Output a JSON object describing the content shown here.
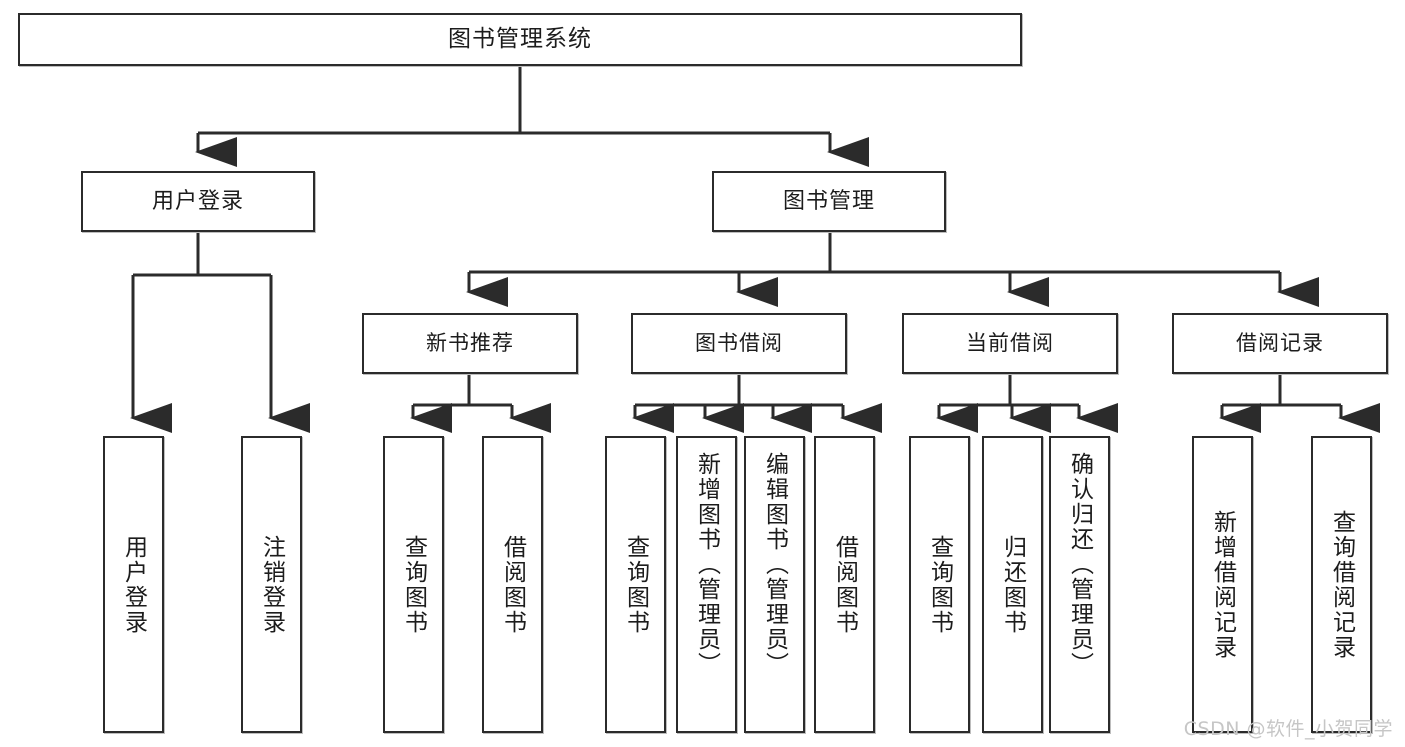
{
  "diagram": {
    "type": "tree",
    "title": "图书管理系统",
    "watermark": "CSDN @软件_小贺同学",
    "colors": {
      "box_border": "#2b2b2b",
      "box_fill": "#ffffff",
      "connector": "#2b2b2b",
      "text": "#1c1c1c",
      "watermark": "#c6c6c6"
    },
    "nodes": {
      "root": {
        "label": "图书管理系统"
      },
      "level2": [
        {
          "label": "用户登录"
        },
        {
          "label": "图书管理"
        }
      ],
      "level3": [
        {
          "label": "新书推荐"
        },
        {
          "label": "图书借阅"
        },
        {
          "label": "当前借阅"
        },
        {
          "label": "借阅记录"
        }
      ],
      "leaves": [
        {
          "label": "用户登录",
          "parent": "用户登录"
        },
        {
          "label": "注销登录",
          "parent": "用户登录"
        },
        {
          "label": "查询图书",
          "parent": "新书推荐"
        },
        {
          "label": "借阅图书",
          "parent": "新书推荐"
        },
        {
          "label": "查询图书",
          "parent": "图书借阅"
        },
        {
          "label": "新增图书（管理员）",
          "parent": "图书借阅"
        },
        {
          "label": "编辑图书（管理员）",
          "parent": "图书借阅"
        },
        {
          "label": "借阅图书",
          "parent": "图书借阅"
        },
        {
          "label": "查询图书",
          "parent": "当前借阅"
        },
        {
          "label": "归还图书",
          "parent": "当前借阅"
        },
        {
          "label": "确认归还（管理员）",
          "parent": "当前借阅"
        },
        {
          "label": "新增借阅记录",
          "parent": "借阅记录"
        },
        {
          "label": "查询借阅记录",
          "parent": "借阅记录"
        }
      ]
    }
  }
}
